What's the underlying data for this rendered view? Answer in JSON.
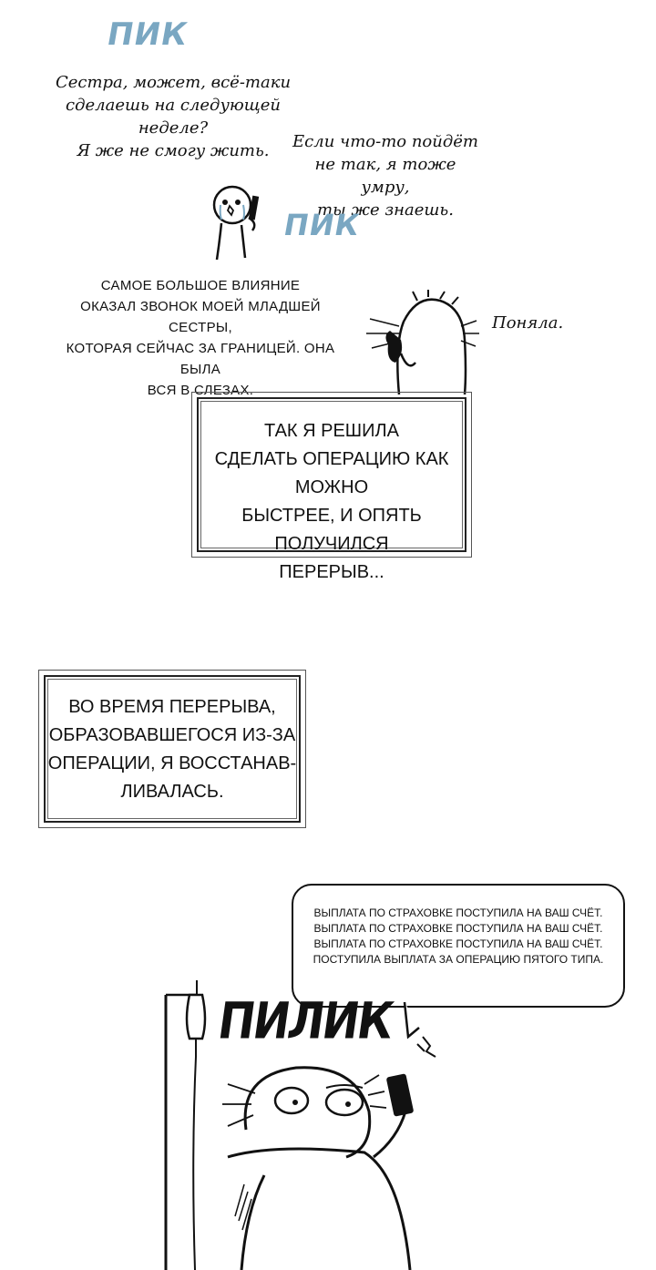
{
  "sfx": {
    "pik_top": "ПИК",
    "pik_mid": "ПИК",
    "pilik": "ПИЛИК"
  },
  "dialogue": {
    "speech_1": "Сестра, может, всё-таки\nсделаешь на следующей неделе?\nЯ же не смогу жить.",
    "speech_2": "Если что-то пойдёт\nне так, я тоже умру,\nты же знаешь.",
    "reply": "Поняла."
  },
  "narration": {
    "influence": "Самое большое влияние\nоказал звонок моей младшей сестры,\nкоторая сейчас за границей. Она была\nвся в слезах.",
    "box_1": "Так я решила\nсделать операцию как можно\nбыстрее, и опять получился\nперерыв...",
    "box_2": "Во время перерыва,\nобразовавшегося из-за\nоперации, я восстанав-\nливалась."
  },
  "phone_bubble": {
    "text": "Выплата по страховке поступила на ваш счёт.\nВыплата по страховке поступила на ваш счёт.\nВыплата по страховке поступила на ваш счёт.\nПоступила выплата за операцию пятого типа."
  },
  "colors": {
    "sfx_blue": "#7aa7c2",
    "ink": "#111111",
    "background": "#ffffff"
  },
  "icons": {
    "sister_figure": "crying-character-with-phone",
    "narrator_figure": "fluffy-character-with-phone",
    "bedridden_figure": "character-in-bed-with-phone",
    "iv_stand": "iv-drip-stand"
  }
}
